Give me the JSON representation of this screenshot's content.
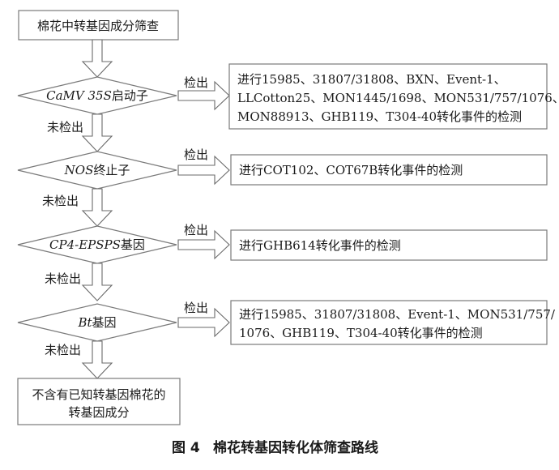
{
  "diagram": {
    "start": "棉花中转基因成分筛查",
    "steps": [
      {
        "italic": "CaMV 35S",
        "suffix": "启动子",
        "detected_label": "检出",
        "not_detected_label": "未检出",
        "result_lines": [
          "进行15985、31807/31808、BXN、Event-1、",
          "LLCotton25、MON1445/1698、MON531/757/1076、",
          "MON88913、GHB119、T304-40转化事件的检测"
        ]
      },
      {
        "italic": "NOS",
        "suffix": "终止子",
        "detected_label": "检出",
        "not_detected_label": "未检出",
        "result_lines": [
          "进行COT102、COT67B转化事件的检测"
        ]
      },
      {
        "italic": "CP4-EPSPS",
        "suffix": "基因",
        "detected_label": "检出",
        "not_detected_label": "未检出",
        "result_lines": [
          "进行GHB614转化事件的检测"
        ]
      },
      {
        "italic": "Bt",
        "suffix": "基因",
        "detected_label": "检出",
        "not_detected_label": "未检出",
        "result_lines": [
          "进行15985、31807/31808、Event-1、MON531/757/",
          "1076、GHB119、T304-40转化事件的检测"
        ]
      }
    ],
    "end_lines": [
      "不含有已知转基因棉花的",
      "转基因成分"
    ],
    "caption_number": "图 4",
    "caption_text": "棉花转基因转化体筛查路线"
  }
}
